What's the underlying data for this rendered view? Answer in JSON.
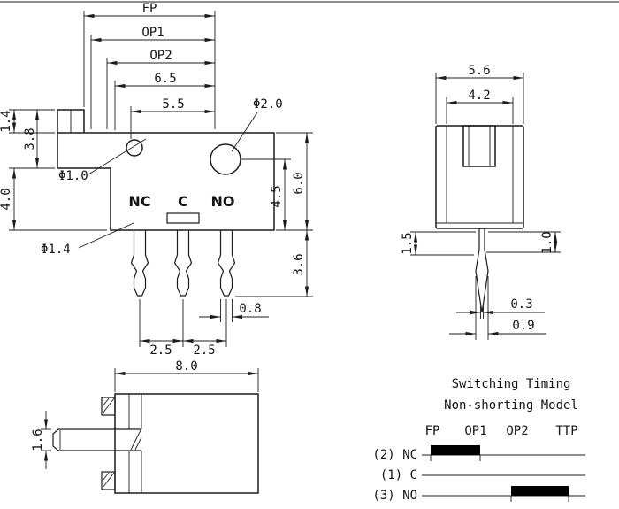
{
  "drawing": {
    "front_view": {
      "top_dims": {
        "fp": "FP",
        "op1": "OP1",
        "op2": "OP2",
        "d6_5": "6.5",
        "d5_5": "5.5"
      },
      "left_dims": {
        "d1_4": "1.4",
        "d3_8": "3.8",
        "d4_0": "4.0"
      },
      "right_dims": {
        "d4_5": "4.5",
        "d6_0": "6.0",
        "d3_6": "3.6"
      },
      "bottom_dims": {
        "d0_8": "0.8",
        "d2_5_a": "2.5",
        "d2_5_b": "2.5"
      },
      "hole_dims": {
        "phi2_0": "Φ2.0",
        "phi1_0": "Φ1.0",
        "phi1_4": "Φ1.4"
      },
      "terminal_labels": {
        "nc": "NC",
        "c": "C",
        "no": "NO"
      }
    },
    "side_view": {
      "dims": {
        "d5_6": "5.6",
        "d4_2": "4.2",
        "d1_5": "1.5",
        "d1_0": "1.0",
        "d0_3": "0.3",
        "d0_9": "0.9"
      }
    },
    "bottom_view": {
      "dims": {
        "d8_0": "8.0",
        "d1_6": "1.6"
      }
    },
    "timing_chart": {
      "title_line1": "Switching Timing",
      "title_line2": "Non-shorting Model",
      "columns": {
        "fp": "FP",
        "op1": "OP1",
        "op2": "OP2",
        "ttp": "TTP"
      },
      "rows": {
        "nc": "(2) NC",
        "c": "(1) C",
        "no": "(3) NO"
      },
      "bars": [
        {
          "row": "NC",
          "from": "FP",
          "to": "OP1",
          "state": "closed"
        },
        {
          "row": "NO",
          "from": "OP2",
          "to": "TTP",
          "state": "closed"
        }
      ]
    },
    "colors": {
      "line": "#1c1c1c",
      "bar_fill": "#000000",
      "background": "#ffffff"
    }
  }
}
